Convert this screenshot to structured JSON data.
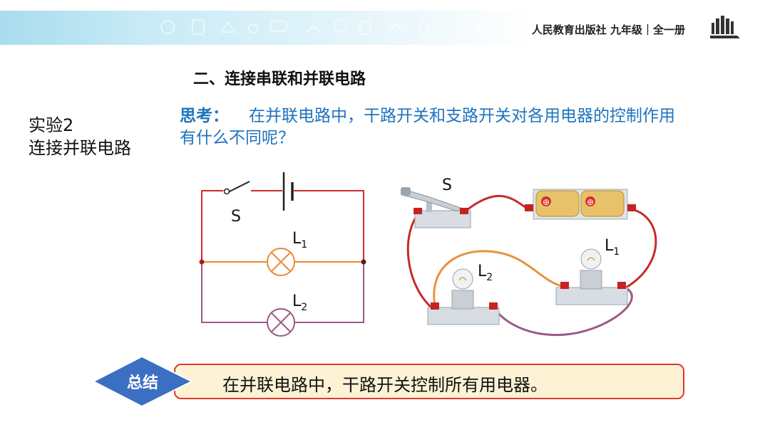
{
  "header": {
    "publisher": "人民教育出版社 九年级｜全一册"
  },
  "section_title": "二、连接串联和并联电路",
  "experiment": {
    "line1": "实验2",
    "line2": "连接并联电路"
  },
  "think": {
    "keyword": "思考：",
    "text": "在并联电路中，干路开关和支路开关对各用电器的控制作用有什么不同呢？"
  },
  "schematic": {
    "switch_label": "S",
    "lamp1_label": "L",
    "lamp1_sub": "1",
    "lamp2_label": "L",
    "lamp2_sub": "2"
  },
  "realistic": {
    "switch_label": "S",
    "lamp1_label": "L",
    "lamp1_sub": "1",
    "lamp2_label": "L",
    "lamp2_sub": "2",
    "battery_symbol": "⊕"
  },
  "summary": {
    "tag": "总结",
    "text": "在并联电路中，干路开关控制所有用电器。"
  },
  "colors": {
    "main_wire": "#d02a2a",
    "branch1_wire": "#e88a3a",
    "branch2_wire": "#9a5a86",
    "think_text": "#1e73be",
    "diamond": "#3b6fc2"
  }
}
